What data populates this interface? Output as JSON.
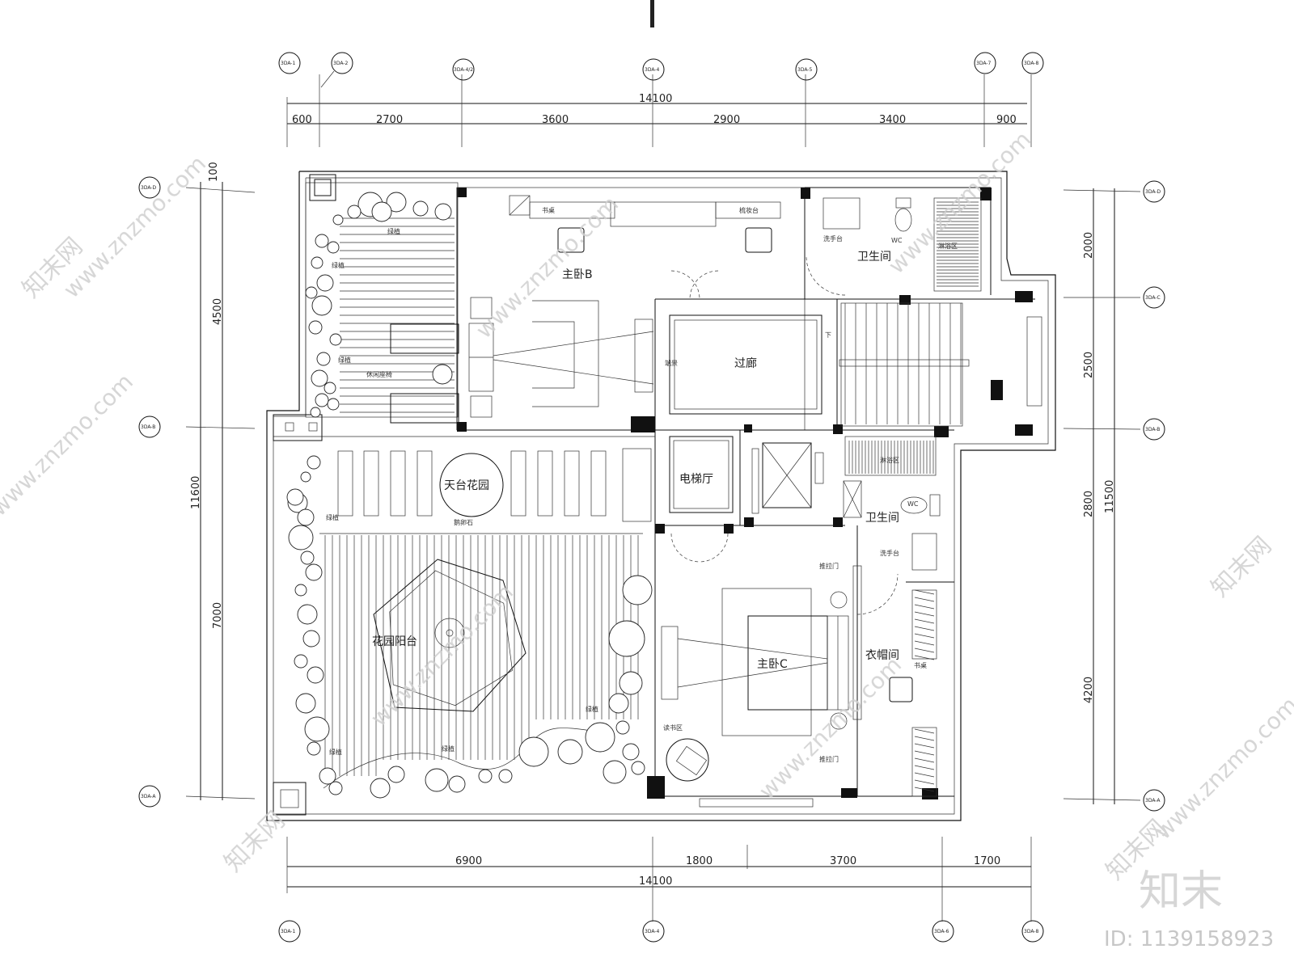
{
  "dimensions": {
    "top_total": "14100",
    "top_segments": [
      "600",
      "2700",
      "3600",
      "2900",
      "3400",
      "900"
    ],
    "bottom_segments": [
      "6900",
      "1800",
      "3700",
      "1700"
    ],
    "bottom_total": "14100",
    "left_segments": [
      "100",
      "4500",
      "7000"
    ],
    "left_total": "11600",
    "right_segments": [
      "2000",
      "2500",
      "2800",
      "4200"
    ],
    "right_total": "11500"
  },
  "axes": {
    "top": [
      "3DA-1",
      "3DA-2",
      "3DA-4/2",
      "3DA-4",
      "3DA-5",
      "3DA-7",
      "3DA-8"
    ],
    "bottom": [
      "3DA-1",
      "3DA-4",
      "3DA-6",
      "3DA-8"
    ],
    "left": [
      "3DA-D",
      "3DA-B",
      "3DA-A"
    ],
    "right": [
      "3DA-D",
      "3DA-C",
      "3DA-B",
      "3DA-A"
    ]
  },
  "rooms": {
    "master_b": "主卧B",
    "corridor": "过廊",
    "bathroom_top": "卫生间",
    "elevator_hall": "电梯厅",
    "roof_garden": "天台花园",
    "garden_balcony": "花园阳台",
    "master_c": "主卧C",
    "bathroom_mid": "卫生间",
    "cloakroom": "衣帽间"
  },
  "labels": {
    "desk_b": "书桌",
    "dresser": "梳妆台",
    "basin_top": "洗手台",
    "wc_top": "WC",
    "shower_top": "淋浴区",
    "green_1": "绿植",
    "green_2": "绿植",
    "green_3": "绿植",
    "green_4": "绿植",
    "green_5": "绿植",
    "green_6": "绿植",
    "green_7": "绿植",
    "lounge": "休闲座椅",
    "feature": "端景",
    "stairs_down": "下",
    "shower_mid": "淋浴区",
    "wc_mid": "WC",
    "basin_mid": "洗手台",
    "pebbles": "鹅卵石",
    "sliding_1": "推拉门",
    "sliding_2": "推拉门",
    "reading": "读书区",
    "desk_c": "书桌"
  },
  "watermark": {
    "site": "www.znzmo.com",
    "brand": "知末网",
    "logo": "知末",
    "id": "ID: 1139158923"
  }
}
